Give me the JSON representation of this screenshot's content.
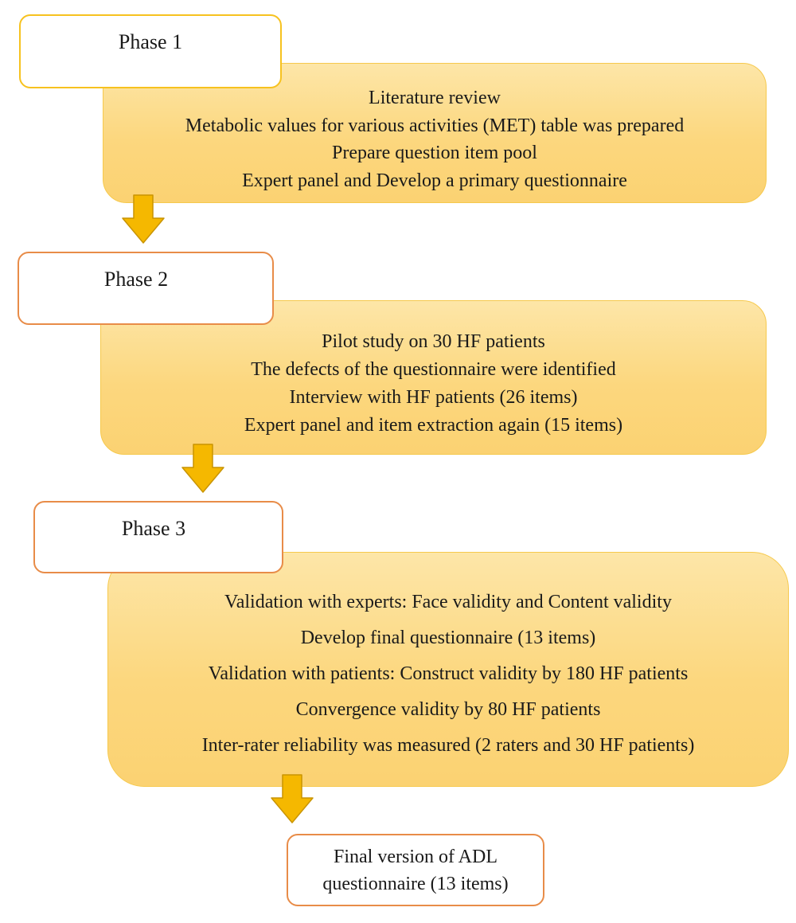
{
  "phases": [
    {
      "label": "Phase 1",
      "steps": [
        "Literature review",
        "Metabolic values for various activities (MET) table was prepared",
        "Prepare question item pool",
        "Expert panel and Develop a primary questionnaire"
      ]
    },
    {
      "label": "Phase 2",
      "steps": [
        "Pilot study on 30 HF patients",
        "The defects of the questionnaire were identified",
        "Interview with HF patients (26 items)",
        "Expert panel and item extraction again (15 items)"
      ]
    },
    {
      "label": "Phase 3",
      "steps": [
        "Validation with experts: Face validity and Content validity",
        "Develop final questionnaire (13 items)",
        "Validation with patients: Construct validity by 180 HF patients",
        "Convergence validity by 80 HF patients",
        "Inter-rater reliability was measured (2 raters and 30 HF patients)"
      ]
    }
  ],
  "final": {
    "lines": [
      "Final version of ADL",
      "questionnaire (13 items)"
    ]
  },
  "colors": {
    "panel_fill": "#fcd77e",
    "panel_border": "#f6c94d",
    "phase1_border": "#f7c21f",
    "phase_border": "#e88c48",
    "arrow_fill": "#f5b800",
    "arrow_stroke": "#c99400"
  }
}
